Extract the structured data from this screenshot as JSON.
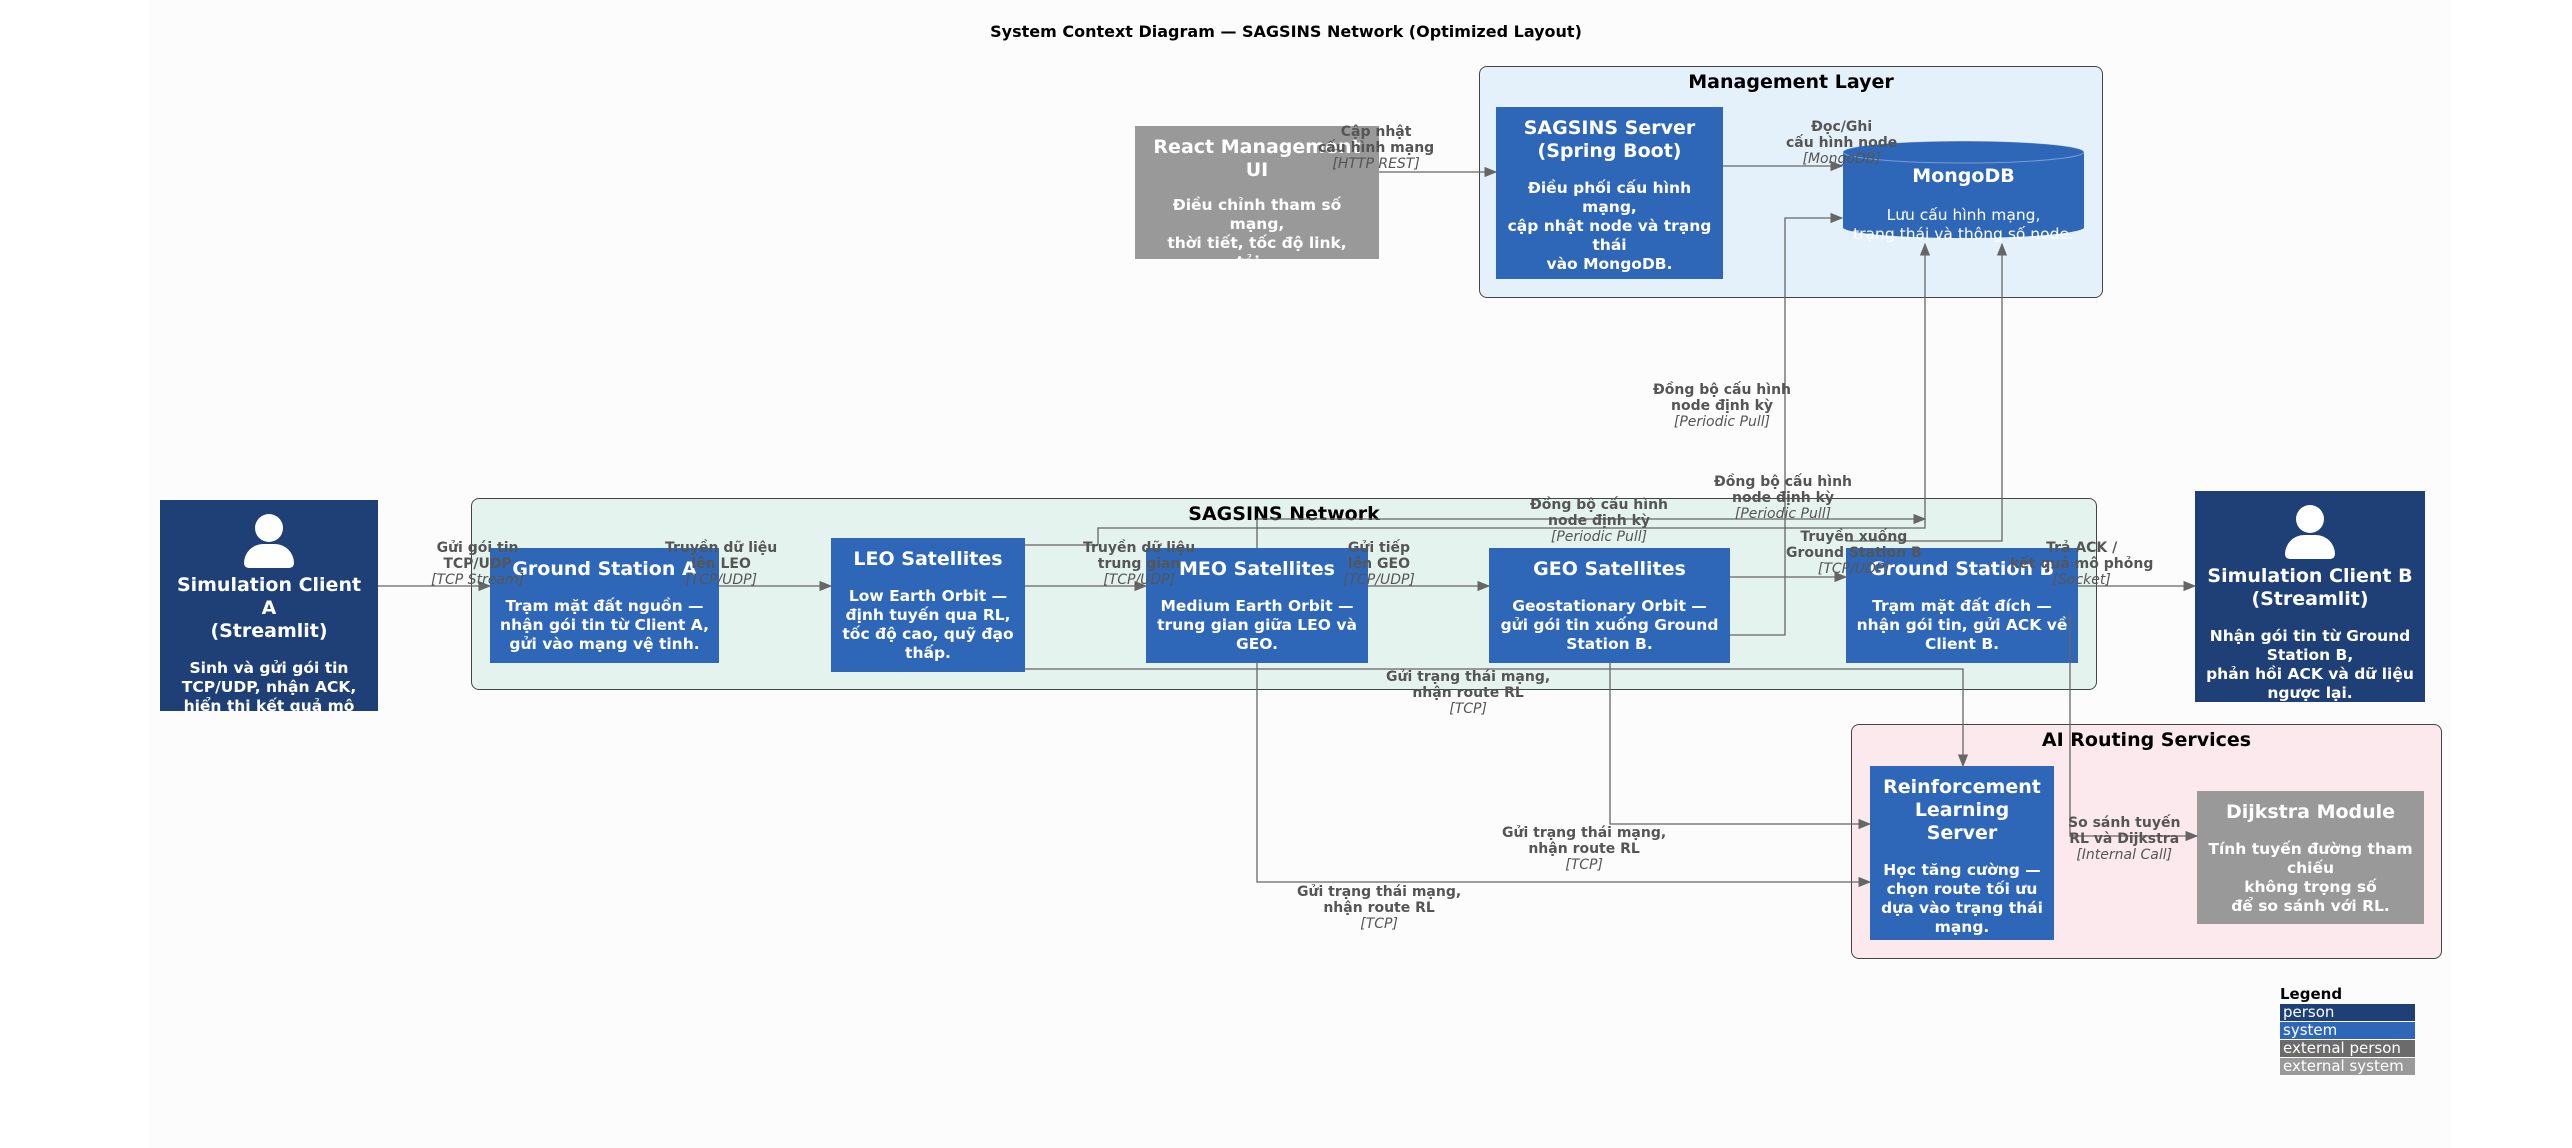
{
  "title": "System Context Diagram — SAGSINS Network (Optimized Layout)",
  "boundaries": {
    "management": "Management Layer",
    "sagsins": "SAGSINS Network",
    "ai": "AI Routing Services"
  },
  "nodes": {
    "react": {
      "name": "React Management UI",
      "desc": "Điều chỉnh tham số mạng,\nthời tiết, tốc độ link, tải..."
    },
    "server": {
      "name": "SAGSINS Server\n(Spring Boot)",
      "desc": "Điều phối cấu hình mạng,\ncập nhật node và trạng thái\nvào MongoDB."
    },
    "mongo": {
      "name": "MongoDB",
      "desc": "Lưu cấu hình mạng,\ntrạng thái và thông số node."
    },
    "clientA": {
      "name": "Simulation Client A\n(Streamlit)",
      "desc": "Sinh và gửi gói tin TCP/UDP,\nnhận ACK, hiển thị kết quả mô phỏng."
    },
    "gsA": {
      "name": "Ground Station A",
      "desc": "Trạm mặt đất nguồn —\nnhận gói tin từ Client A,\ngửi vào mạng vệ tinh."
    },
    "leo": {
      "name": "LEO Satellites",
      "desc": "Low Earth Orbit —\nđịnh tuyến qua RL,\ntốc độ cao, quỹ đạo thấp."
    },
    "meo": {
      "name": "MEO Satellites",
      "desc": "Medium Earth Orbit —\ntrung gian giữa LEO và GEO."
    },
    "geo": {
      "name": "GEO Satellites",
      "desc": "Geostationary Orbit —\ngửi gói tin xuống Ground\nStation B."
    },
    "gsB": {
      "name": "Ground Station B",
      "desc": "Trạm mặt đất đích —\nnhận gói tin, gửi ACK về\nClient B."
    },
    "clientB": {
      "name": "Simulation Client B\n(Streamlit)",
      "desc": "Nhận gói tin từ Ground Station B,\nphản hồi ACK và dữ liệu ngược lại."
    },
    "rl": {
      "name": "Reinforcement\nLearning\nServer",
      "desc": "Học tăng cường —\nchọn route tối ưu\ndựa vào trạng thái\nmạng."
    },
    "dijkstra": {
      "name": "Dijkstra Module",
      "desc": "Tính tuyến đường tham chiếu\nkhông trọng số\nđể so sánh với RL."
    }
  },
  "edges": [
    {
      "id": "e1",
      "label": "Cập nhật\ncấu hình mạng",
      "tech": "[HTTP REST]"
    },
    {
      "id": "e2",
      "label": "Đọc/Ghi\ncấu hình node",
      "tech": "[MongoDB]"
    },
    {
      "id": "e3",
      "label": "Gửi gói tin\nTCP/UDP",
      "tech": "[TCP Stream]"
    },
    {
      "id": "e4",
      "label": "Truyền dữ liệu\nlên LEO",
      "tech": "[TCP/UDP]"
    },
    {
      "id": "e5",
      "label": "Truyền dữ liệu\ntrung gian",
      "tech": "[TCP/UDP]"
    },
    {
      "id": "e6",
      "label": "Gửi tiếp\nlên GEO",
      "tech": "[TCP/UDP]"
    },
    {
      "id": "e7",
      "label": "Truyền xuống\nGround Station B",
      "tech": "[TCP/UDP]"
    },
    {
      "id": "e8",
      "label": "Trả ACK /\nkết quả mô phỏng",
      "tech": "[Socket]"
    },
    {
      "id": "e9",
      "label": "Đồng bộ cấu hình\nnode định kỳ",
      "tech": "[Periodic Pull]"
    },
    {
      "id": "e10",
      "label": "Đồng bộ cấu hình\nnode định kỳ",
      "tech": "[Periodic Pull]"
    },
    {
      "id": "e11",
      "label": "Đồng bộ cấu hình\nnode định kỳ",
      "tech": "[Periodic Pull]"
    },
    {
      "id": "e12",
      "label": "Gửi trạng thái mạng,\nnhận route RL",
      "tech": "[TCP]"
    },
    {
      "id": "e13",
      "label": "Gửi trạng thái mạng,\nnhận route RL",
      "tech": "[TCP]"
    },
    {
      "id": "e14",
      "label": "Gửi trạng thái mạng,\nnhận route RL",
      "tech": "[TCP]"
    },
    {
      "id": "e15",
      "label": "So sánh tuyến\nRL và Dijkstra",
      "tech": "[Internal Call]"
    }
  ],
  "legend": {
    "title": "Legend",
    "items": [
      {
        "label": "person",
        "color": "#1f4077"
      },
      {
        "label": "system",
        "color": "#2f67b8"
      },
      {
        "label": "external person",
        "color": "#6b6b6b"
      },
      {
        "label": "external system",
        "color": "#999999"
      }
    ]
  },
  "colors": {
    "system": "#2f67b8",
    "person": "#1f4077",
    "external_system": "#999999",
    "management_bg": "#e4f1fb",
    "network_bg": "#e5f3ef",
    "ai_bg": "#fbe9ee",
    "edge": "#666666"
  }
}
